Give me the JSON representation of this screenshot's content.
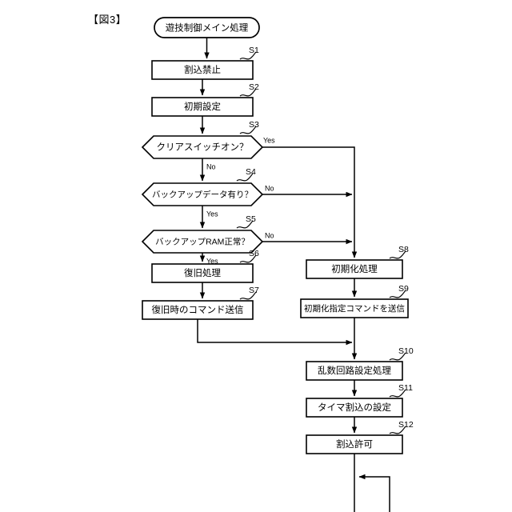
{
  "figure": {
    "title": "【図3】"
  },
  "flowchart": {
    "type": "flowchart",
    "orientation": "top-to-bottom",
    "start": {
      "id": "start",
      "shape": "terminal",
      "label": "遊技制御メイン処理"
    },
    "nodes": [
      {
        "id": "S1",
        "step": "S1",
        "shape": "process",
        "label": "割込禁止",
        "column": "left"
      },
      {
        "id": "S2",
        "step": "S2",
        "shape": "process",
        "label": "初期設定",
        "column": "left"
      },
      {
        "id": "S3",
        "step": "S3",
        "shape": "decision",
        "label": "クリアスイッチオン？",
        "column": "left"
      },
      {
        "id": "S4",
        "step": "S4",
        "shape": "decision",
        "label": "バックアップデータ有り？",
        "column": "left"
      },
      {
        "id": "S5",
        "step": "S5",
        "shape": "decision",
        "label": "バックアップRAM正常？",
        "column": "left"
      },
      {
        "id": "S6",
        "step": "S6",
        "shape": "process",
        "label": "復旧処理",
        "column": "left"
      },
      {
        "id": "S7",
        "step": "S7",
        "shape": "process",
        "label": "復旧時のコマンド送信",
        "column": "left"
      },
      {
        "id": "S8",
        "step": "S8",
        "shape": "process",
        "label": "初期化処理",
        "column": "right"
      },
      {
        "id": "S9",
        "step": "S9",
        "shape": "process",
        "label": "初期化指定コマンドを送信",
        "column": "right"
      },
      {
        "id": "S10",
        "step": "S10",
        "shape": "process",
        "label": "乱数回路設定処理",
        "column": "right"
      },
      {
        "id": "S11",
        "step": "S11",
        "shape": "process",
        "label": "タイマ割込の設定",
        "column": "right"
      },
      {
        "id": "S12",
        "step": "S12",
        "shape": "process",
        "label": "割込許可",
        "column": "right"
      }
    ],
    "branch_labels": {
      "s3_yes": "Yes",
      "s3_no": "No",
      "s4_no": "No",
      "s4_yes": "Yes",
      "s5_no": "No",
      "s5_yes": "Yes"
    },
    "edges": [
      {
        "from": "start",
        "to": "S1",
        "label": ""
      },
      {
        "from": "S1",
        "to": "S2",
        "label": ""
      },
      {
        "from": "S2",
        "to": "S3",
        "label": ""
      },
      {
        "from": "S3",
        "to": "S4",
        "label": "No"
      },
      {
        "from": "S3",
        "to": "S8",
        "label": "Yes"
      },
      {
        "from": "S4",
        "to": "S5",
        "label": "Yes"
      },
      {
        "from": "S4",
        "to": "S8",
        "label": "No"
      },
      {
        "from": "S5",
        "to": "S6",
        "label": "Yes"
      },
      {
        "from": "S5",
        "to": "S8",
        "label": "No"
      },
      {
        "from": "S6",
        "to": "S7",
        "label": ""
      },
      {
        "from": "S7",
        "to": "S10",
        "label": ""
      },
      {
        "from": "S8",
        "to": "S9",
        "label": ""
      },
      {
        "from": "S9",
        "to": "S10",
        "label": ""
      },
      {
        "from": "S10",
        "to": "S11",
        "label": ""
      },
      {
        "from": "S11",
        "to": "S12",
        "label": ""
      },
      {
        "from": "S12",
        "to": "loop",
        "label": ""
      }
    ],
    "loop": {
      "id": "loop",
      "description": "infinite-loop-back"
    }
  }
}
